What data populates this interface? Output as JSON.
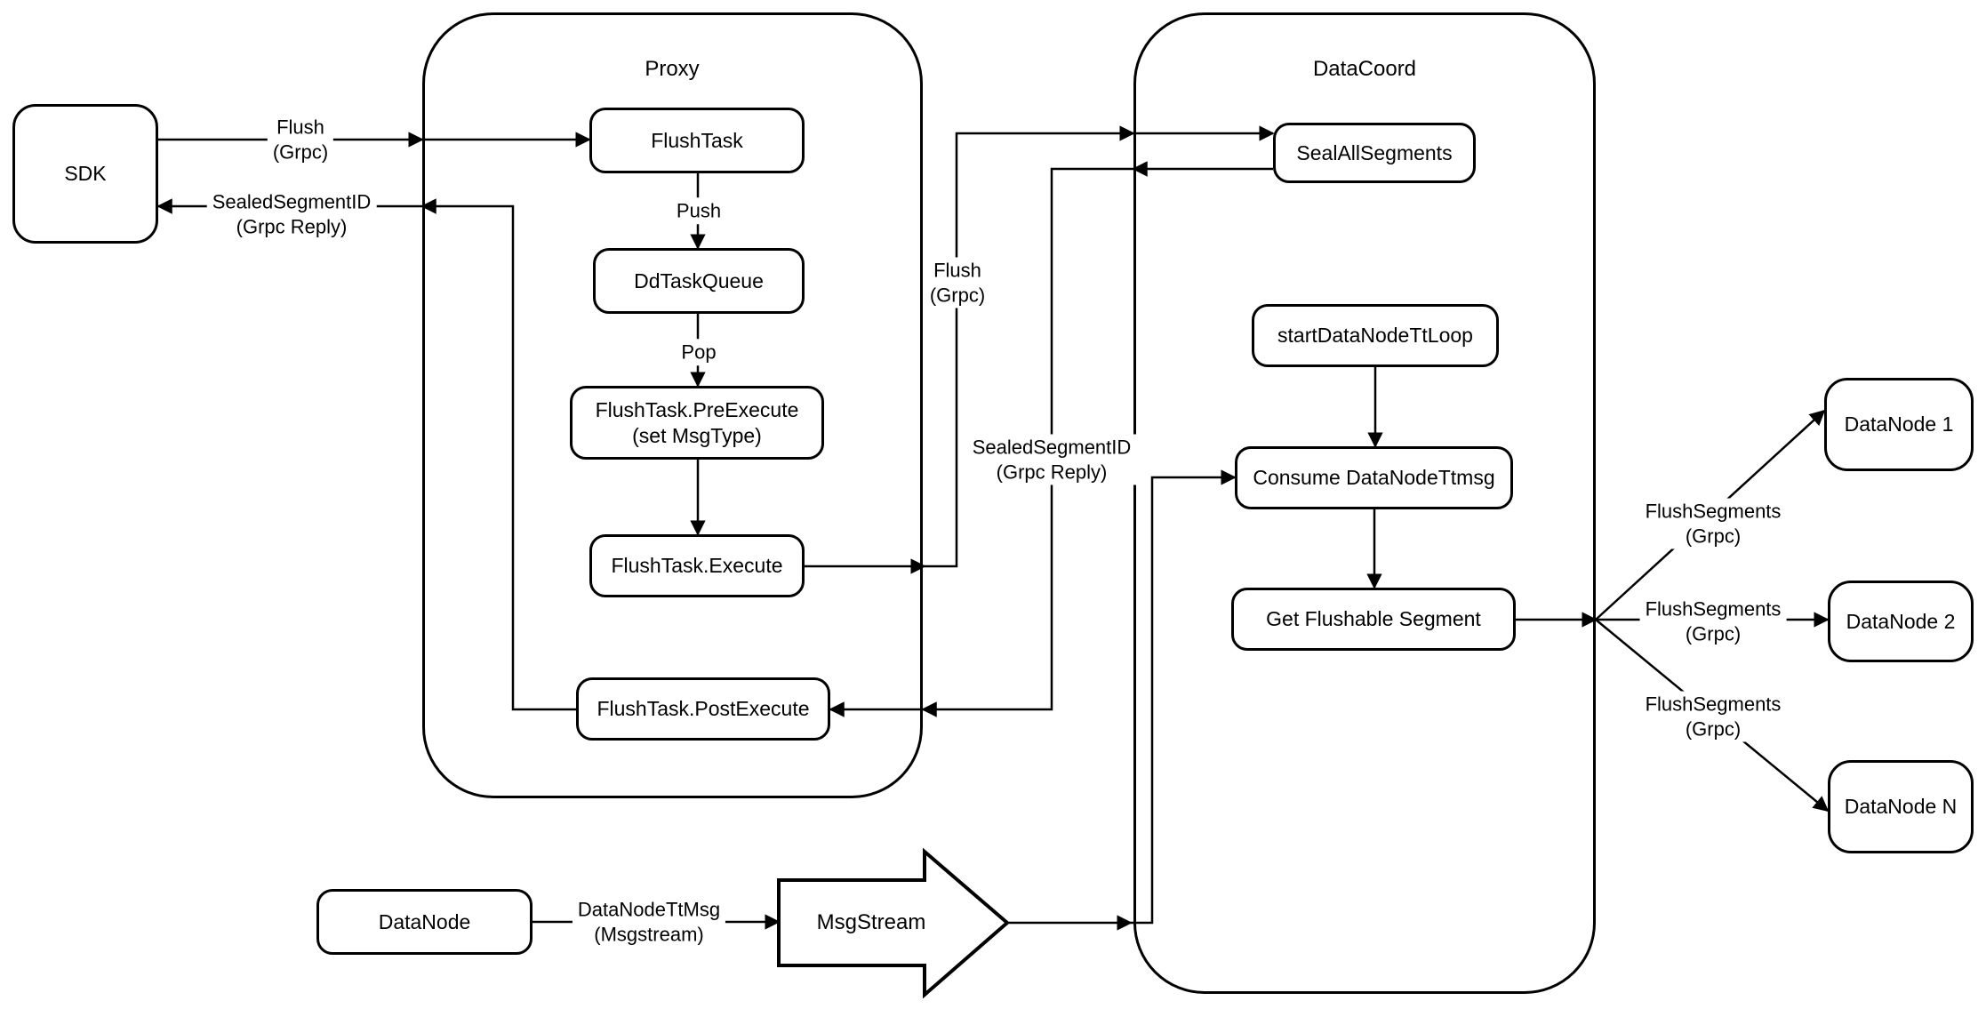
{
  "style": {
    "stroke_color": "#000000",
    "background_color": "#ffffff"
  },
  "containers": {
    "proxy": {
      "label": "Proxy"
    },
    "datacoord": {
      "label": "DataCoord"
    }
  },
  "nodes": {
    "sdk": {
      "label": "SDK"
    },
    "flush_task": {
      "label": "FlushTask"
    },
    "dd_task_queue": {
      "label": "DdTaskQueue"
    },
    "flush_task_pre_execute": {
      "label": "FlushTask.PreExecute\n(set MsgType)"
    },
    "flush_task_execute": {
      "label": "FlushTask.Execute"
    },
    "flush_task_post_execute": {
      "label": "FlushTask.PostExecute"
    },
    "seal_all_segments": {
      "label": "SealAllSegments"
    },
    "start_datanode_tt_loop": {
      "label": "startDataNodeTtLoop"
    },
    "consume_datanode_ttmsg": {
      "label": "Consume DataNodeTtmsg"
    },
    "get_flushable_segment": {
      "label": "Get Flushable Segment"
    },
    "datanode_1": {
      "label": "DataNode 1"
    },
    "datanode_2": {
      "label": "DataNode 2"
    },
    "datanode_n": {
      "label": "DataNode N"
    },
    "datanode": {
      "label": "DataNode"
    },
    "msgstream": {
      "label": "MsgStream"
    }
  },
  "edges": {
    "sdk_to_proxy": {
      "label": "Flush\n(Grpc)"
    },
    "proxy_to_sdk": {
      "label": "SealedSegmentID\n(Grpc Reply)"
    },
    "push": {
      "label": "Push"
    },
    "pop": {
      "label": "Pop"
    },
    "execute_to_sealall": {
      "label": "Flush\n(Grpc)"
    },
    "sealall_to_postexecute": {
      "label": "SealedSegmentID\n(Grpc Reply)"
    },
    "flush_segments_1": {
      "label": "FlushSegments\n(Grpc)"
    },
    "flush_segments_2": {
      "label": "FlushSegments\n(Grpc)"
    },
    "flush_segments_n": {
      "label": "FlushSegments\n(Grpc)"
    },
    "datanode_to_msgstream": {
      "label": "DataNodeTtMsg\n(Msgstream)"
    }
  }
}
